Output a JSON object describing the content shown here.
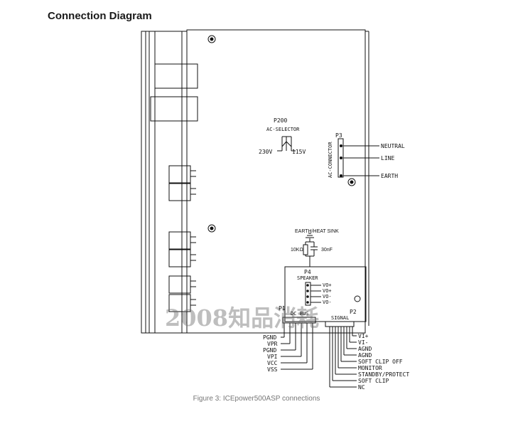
{
  "heading": "Connection Diagram",
  "caption": "Figure 3: ICEpower500ASP connections",
  "watermark": "2008知品消耗",
  "p200": {
    "name": "P200",
    "title": "AC-SELECTOR",
    "left": "230V",
    "right": "115V"
  },
  "p3": {
    "name": "P3",
    "title": "AC-CONNECTOR",
    "pins": [
      "NEUTRAL",
      "LINE",
      "EARTH"
    ]
  },
  "sink": {
    "title": "EARTH/HEAT SINK",
    "resistor": "10KΩ",
    "capacitor": "30nF"
  },
  "p4": {
    "name": "P4",
    "title": "SPEAKER",
    "pins": [
      "VO+",
      "VO+",
      "VO-",
      "VO-"
    ]
  },
  "p1": {
    "name": "P1",
    "title": "DC BUS",
    "pins": [
      "PGND",
      "VPR",
      "PGND",
      "VPI",
      "VCC",
      "VSS"
    ]
  },
  "p2": {
    "name": "P2",
    "title": "SIGNAL",
    "pins": [
      "VI+",
      "VI-",
      "AGND",
      "AGND",
      "SOFT CLIP OFF",
      "MONITOR",
      "STANDBY/PROTECT",
      "SOFT CLIP",
      "NC"
    ]
  },
  "colors": {
    "line": "#111111",
    "caption": "#777777",
    "watermark": "#6e6e6e"
  }
}
